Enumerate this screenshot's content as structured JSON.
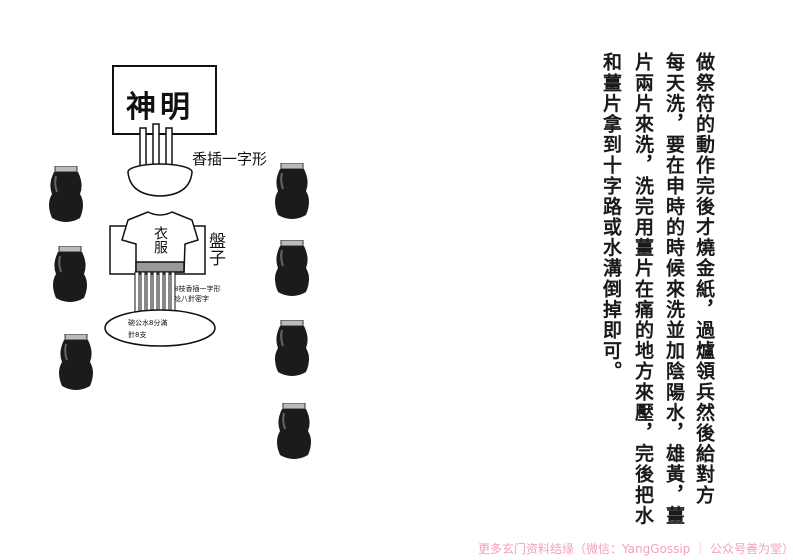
{
  "text_columns": [
    "做祭符的動作完後才燒金紙，過爐領兵然後給對方",
    "每天洗，要在申時的時候來洗並加陰陽水，雄黃，薑",
    "片兩片來洗，洗完用薑片在痛的地方來壓，完後把水",
    "和薑片拿到十字路或水溝倒掉即可。"
  ],
  "diagram": {
    "deity_sign": "神明",
    "incense_label": "香插一字形",
    "clothes_label": "衣服",
    "plate_label": "盤子",
    "sticks_label_1": "8枝香插一字形",
    "sticks_label_2": "唸八針密字",
    "bowl_label_1": "碗公水8分滿",
    "bowl_label_2": "針8支"
  },
  "footer": "更多玄门资料结缘（微信：YangGossip ｜ 公众号善为堂）"
}
